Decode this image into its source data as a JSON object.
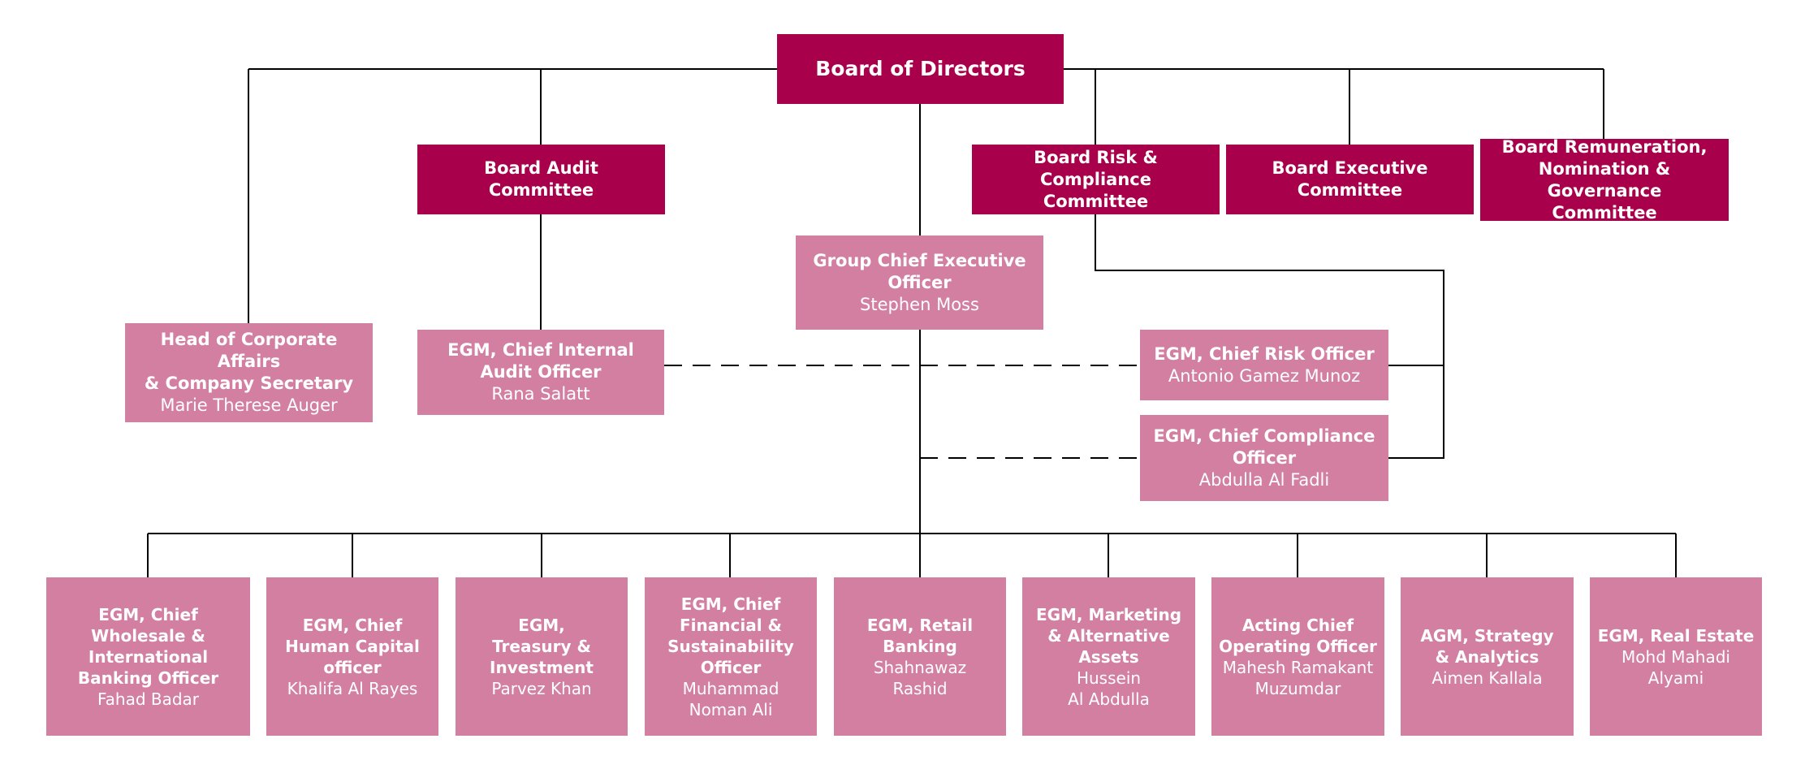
{
  "colors": {
    "governance": "#a8004a",
    "management": "#d27fa1",
    "connector": "#000000"
  },
  "board": {
    "title": "Board of Directors"
  },
  "committees": [
    {
      "id": "audit",
      "title": "Board Audit\nCommittee"
    },
    {
      "id": "risk",
      "title": "Board Risk & Compliance\nCommittee"
    },
    {
      "id": "exec",
      "title": "Board Executive\nCommittee"
    },
    {
      "id": "remuneration",
      "title": "Board Remuneration,\nNomination & Governance\nCommittee"
    }
  ],
  "ceo": {
    "title": "Group Chief Executive\nOfficer",
    "name": "Stephen Moss"
  },
  "secretary": {
    "title": "Head of Corporate Affairs\n& Company Secretary",
    "name": "Marie Therese Auger"
  },
  "internal_audit": {
    "title": "EGM, Chief Internal\nAudit Officer",
    "name": "Rana Salatt"
  },
  "risk_officer": {
    "title": "EGM, Chief Risk Officer",
    "name": "Antonio Gamez Munoz"
  },
  "compliance_officer": {
    "title": "EGM, Chief Compliance\nOfficer",
    "name": "Abdulla Al Fadli"
  },
  "executives": [
    {
      "title": "EGM, Chief\nWholesale &\nInternational\nBanking Officer",
      "name": "Fahad  Badar"
    },
    {
      "title": "EGM, Chief\nHuman Capital\nofficer",
      "name": "Khalifa Al Rayes"
    },
    {
      "title": "EGM,\nTreasury &\nInvestment",
      "name": "Parvez Khan"
    },
    {
      "title": "EGM, Chief\nFinancial &\nSustainability\nOfficer",
      "name": "Muhammad\nNoman Ali"
    },
    {
      "title": "EGM, Retail\nBanking",
      "name": "Shahnawaz\nRashid"
    },
    {
      "title": "EGM, Marketing\n& Alternative\nAssets",
      "name": "Hussein\nAl Abdulla"
    },
    {
      "title": "Acting Chief\nOperating Officer",
      "name": "Mahesh Ramakant\nMuzumdar"
    },
    {
      "title": "AGM, Strategy\n& Analytics",
      "name": "Aimen Kallala"
    },
    {
      "title": "EGM, Real Estate",
      "name": "Mohd Mahadi\nAlyami"
    }
  ]
}
